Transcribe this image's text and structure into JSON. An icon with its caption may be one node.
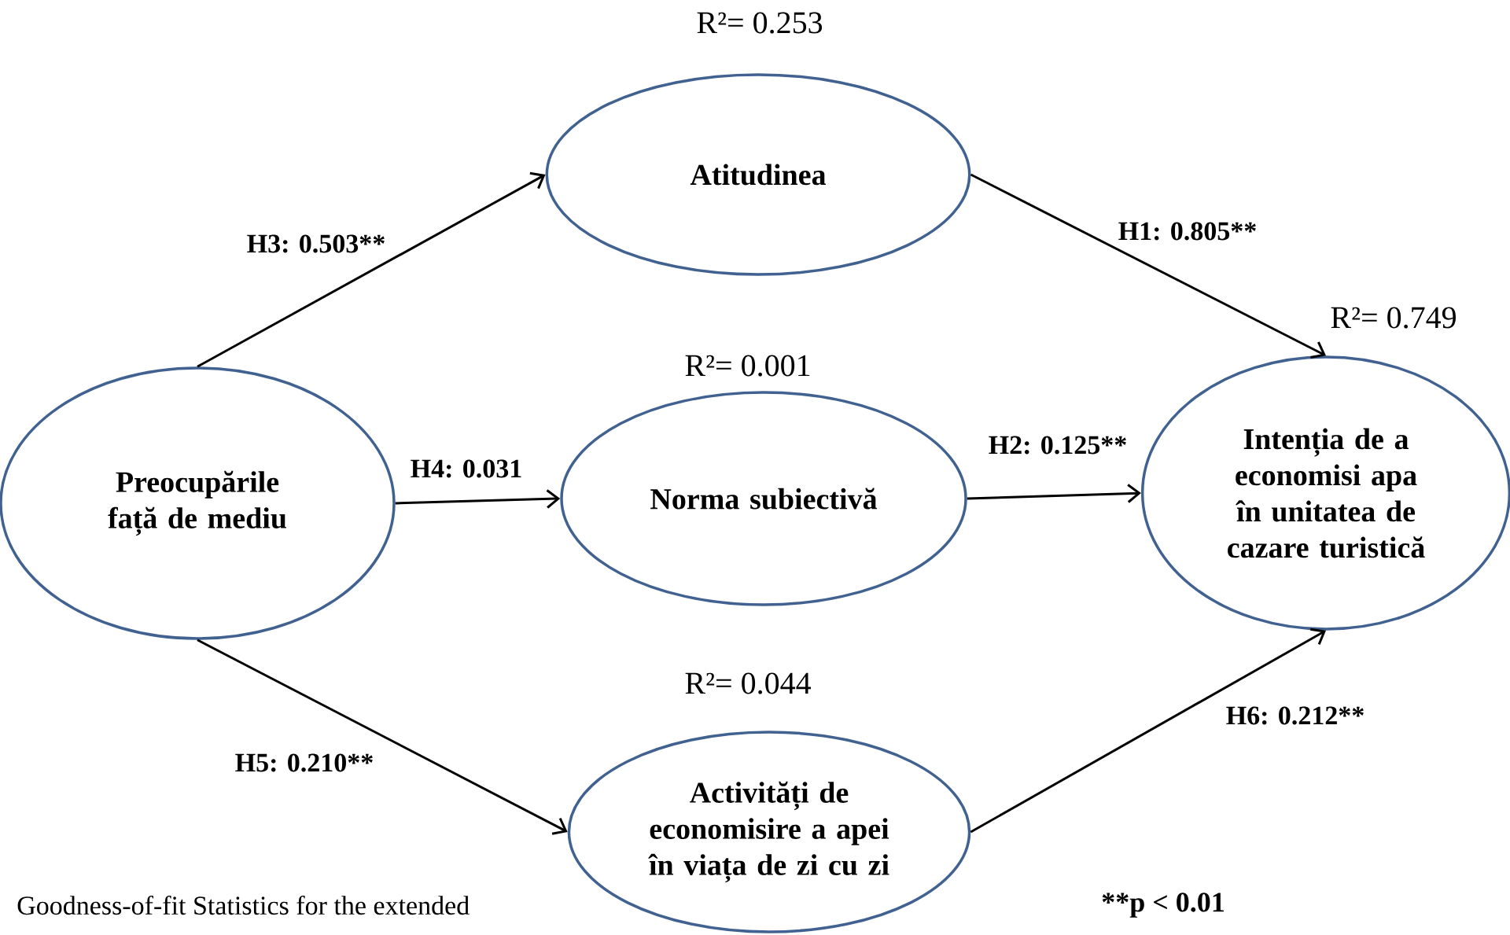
{
  "diagram": {
    "nodes": [
      {
        "text": [
          "Preocupările față de mediu"
        ]
      },
      {
        "text": [
          "Atitudinea"
        ],
        "beside": [
          "R²= 0.253"
        ]
      },
      {
        "text": [
          "Norma subiectivă"
        ],
        "beside": [
          "R²= 0.001"
        ]
      },
      {
        "text": [
          "Activități de economisire a apei în viața de zi cu zi"
        ],
        "beside": [
          "R²= 0.044"
        ]
      },
      {
        "text": [
          "Intenția de a economisi apa în unitatea de cazare turistică"
        ],
        "beside": [
          "R²= 0.749"
        ]
      }
    ],
    "edges": [
      {
        "from": 0,
        "to": 1,
        "arrow": "to",
        "label": "H3: 0.503**"
      },
      {
        "from": 1,
        "to": 4,
        "arrow": "to",
        "label": "H1: 0.805**"
      },
      {
        "from": 0,
        "to": 2,
        "arrow": "to",
        "label": "H4: 0.031"
      },
      {
        "from": 2,
        "to": 4,
        "arrow": "to",
        "label": "H2: 0.125**"
      },
      {
        "from": 0,
        "to": 3,
        "arrow": "to",
        "label": "H5: 0.210**"
      },
      {
        "from": 3,
        "to": 4,
        "arrow": "to",
        "label": "H6: 0.212**"
      }
    ],
    "labels": [
      "Goodness-of-fit Statistics for the extended",
      "**p < 0.01"
    ]
  }
}
